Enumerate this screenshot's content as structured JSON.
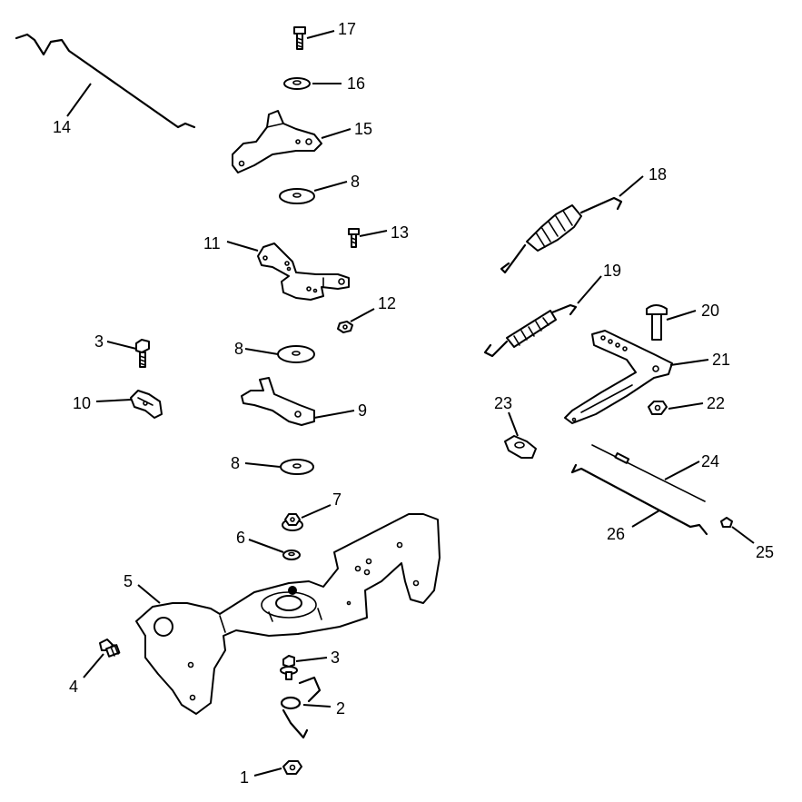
{
  "callouts": {
    "c1": "1",
    "c2": "2",
    "c3a": "3",
    "c3b": "3",
    "c4": "4",
    "c5": "5",
    "c6": "6",
    "c7": "7",
    "c8a": "8",
    "c8b": "8",
    "c8c": "8",
    "c9": "9",
    "c10": "10",
    "c11": "11",
    "c12": "12",
    "c13": "13",
    "c14": "14",
    "c15": "15",
    "c16": "16",
    "c17": "17",
    "c18": "18",
    "c19": "19",
    "c20": "20",
    "c21": "21",
    "c22": "22",
    "c23": "23",
    "c24": "24",
    "c25": "25",
    "c26": "26"
  }
}
